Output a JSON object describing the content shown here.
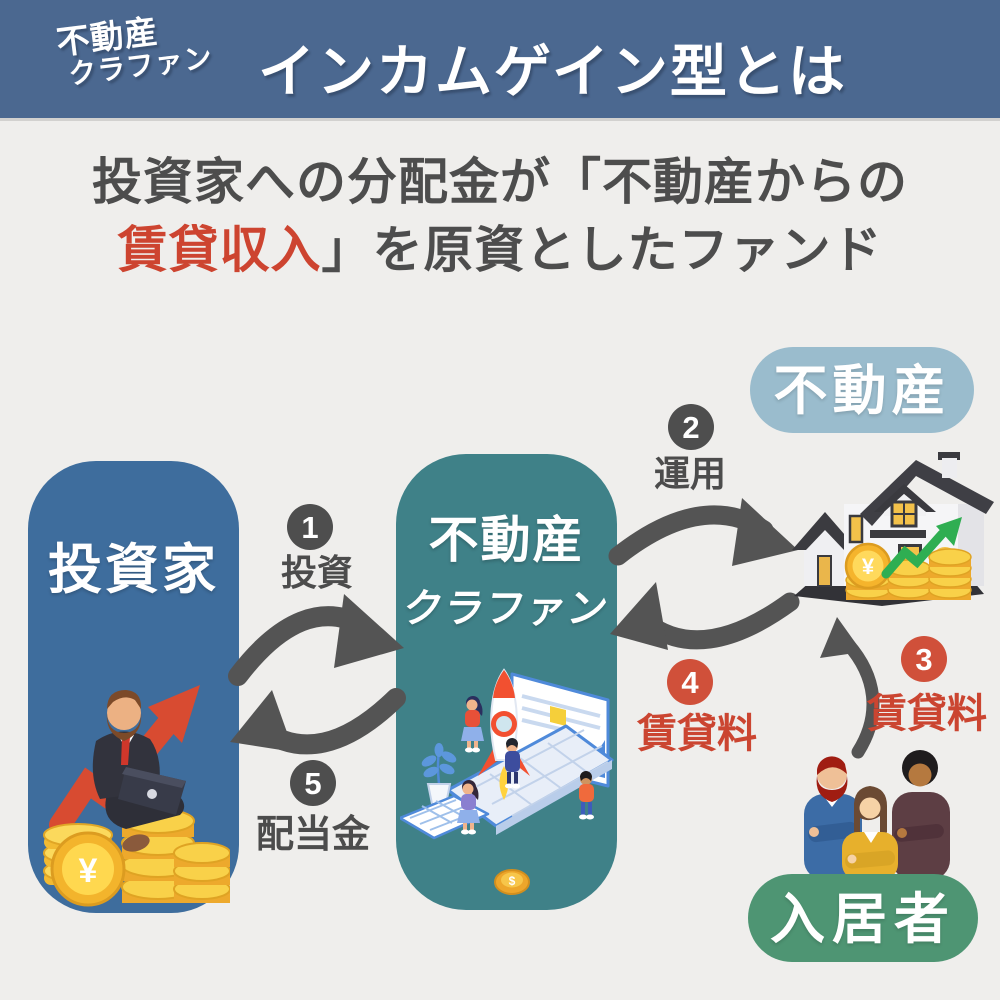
{
  "header": {
    "logo_line1": "不動産",
    "logo_line2": "クラファン",
    "title": "インカムゲイン型とは"
  },
  "headline": {
    "line1": "投資家への分配金が「不動産からの",
    "line2_highlight": "賃貸収入",
    "line2_rest": "」を原資としたファンド"
  },
  "boxes": {
    "investor": {
      "label": "投資家",
      "color": "#3e6d9d"
    },
    "fund": {
      "label_line1": "不動産",
      "label_line2": "クラファン",
      "color": "#3f8188"
    }
  },
  "pills": {
    "real_estate": {
      "label": "不動産",
      "color": "#9abccd"
    },
    "tenant": {
      "label": "入居者",
      "color": "#4e9573"
    }
  },
  "steps": [
    {
      "num": "1",
      "label": "投資"
    },
    {
      "num": "2",
      "label": "運用"
    },
    {
      "num": "3",
      "label": "賃貸料"
    },
    {
      "num": "4",
      "label": "賃貸料"
    },
    {
      "num": "5",
      "label": "配当金"
    }
  ],
  "illustrations": {
    "investor_coin_symbol": "¥",
    "house_coin_symbol": "¥",
    "fund_coin_symbol": "$"
  },
  "colors": {
    "page_bg": "#efeeec",
    "header_bg": "#4b6890",
    "text_dark": "#4d4d4d",
    "accent_red": "#cd4430",
    "investor_blue": "#3e6d9d",
    "fund_teal": "#3f8188",
    "estate_blue": "#9abccd",
    "tenant_green": "#4e9573",
    "arrow_grey": "#545454"
  }
}
